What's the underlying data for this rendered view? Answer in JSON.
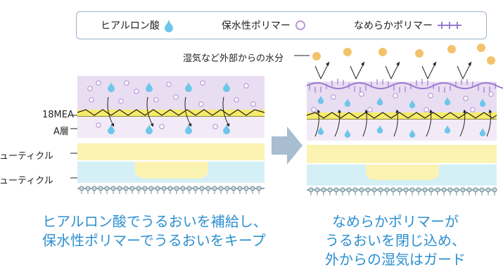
{
  "legend": {
    "items": [
      {
        "label": "ヒアルロン酸",
        "icon": "water-drop-icon",
        "color": "#6ec6ea"
      },
      {
        "label": "保水性ポリマー",
        "icon": "ring-icon",
        "color": "#b99ad6"
      },
      {
        "label": "なめらかポリマー",
        "icon": "cross-chain-icon",
        "color": "#9a7ad0"
      }
    ]
  },
  "labels": {
    "moisture": "湿気など外部からの水分",
    "mea": "18MEA",
    "a_layer": "A層",
    "cuticle1": "キューティクル",
    "cuticle2": "キューティクル"
  },
  "captions": {
    "left": [
      "ヒアルロン酸でうるおいを補給し、",
      "保水性ポリマーでうるおいをキープ"
    ],
    "right": [
      "なめらかポリマーが",
      "うるおいを閉じ込め、",
      "外からの湿気はガード"
    ]
  },
  "colors": {
    "purple_layer": "#e9ddf2",
    "yellow_band": "#f7ec68",
    "cream": "#fbf3b2",
    "cyan_layer": "#d4f0f6",
    "drop": "#6ec6ea",
    "orange_particle": "#f3c26a",
    "caption": "#2d8fd0"
  }
}
